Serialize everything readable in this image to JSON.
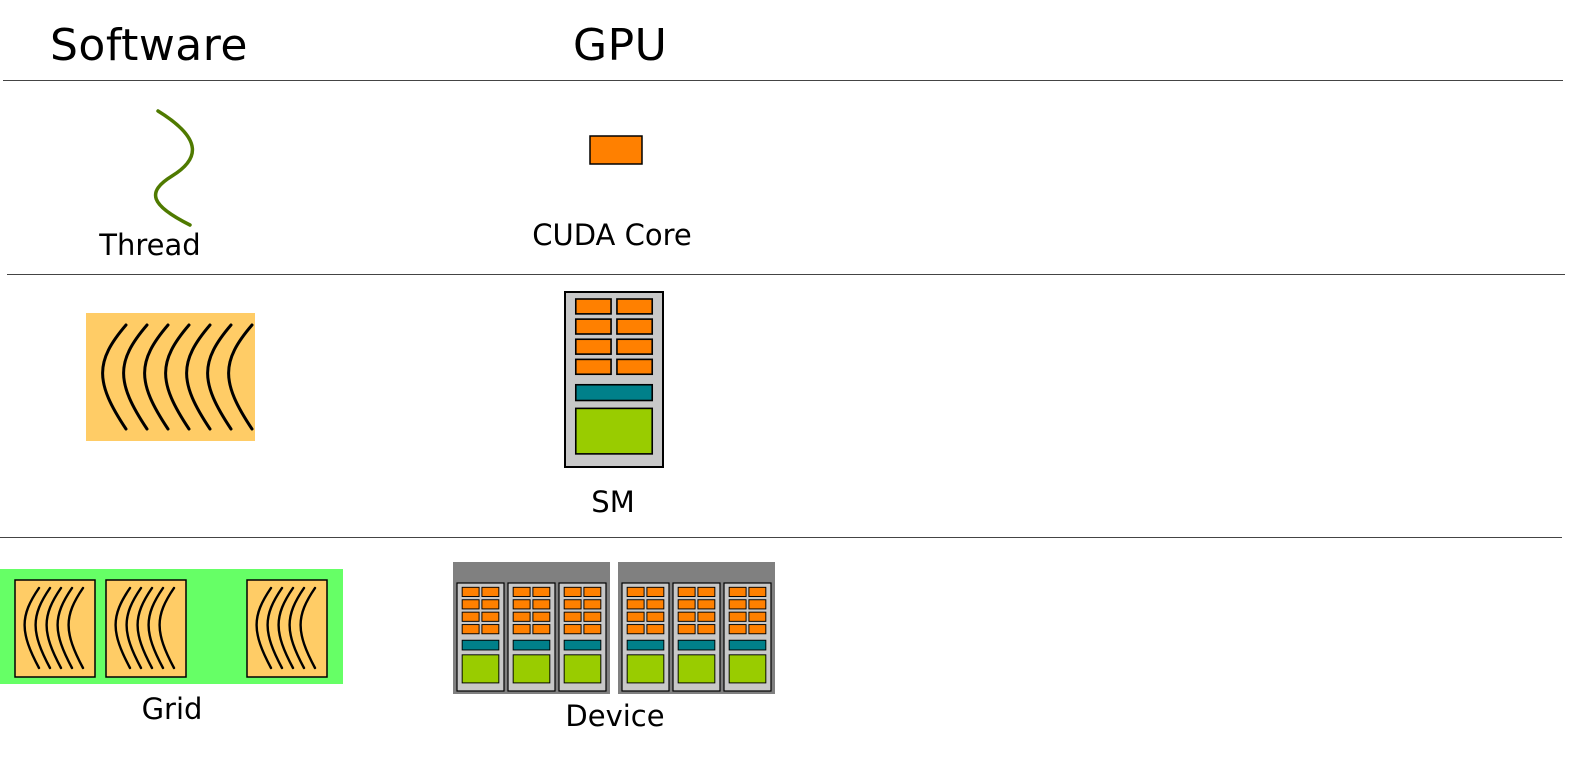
{
  "headers": {
    "software": "Software",
    "gpu": "GPU"
  },
  "rows": [
    {
      "software_label": "Thread",
      "gpu_label": "CUDA Core"
    },
    {
      "software_label": "",
      "gpu_label": "SM"
    },
    {
      "software_label": "Grid",
      "gpu_label": "Device",
      "grid_ellipsis": "..."
    }
  ],
  "colors": {
    "thread_stroke": "#4f7a00",
    "cuda_core": "#ff8000",
    "sm_frame": "#c8c8c8",
    "sm_bar": "#00808a",
    "sm_block": "#99cc00",
    "thread_block_bg": "#ffcc66",
    "grid_bg": "#66ff66",
    "device_frame": "#808080"
  }
}
